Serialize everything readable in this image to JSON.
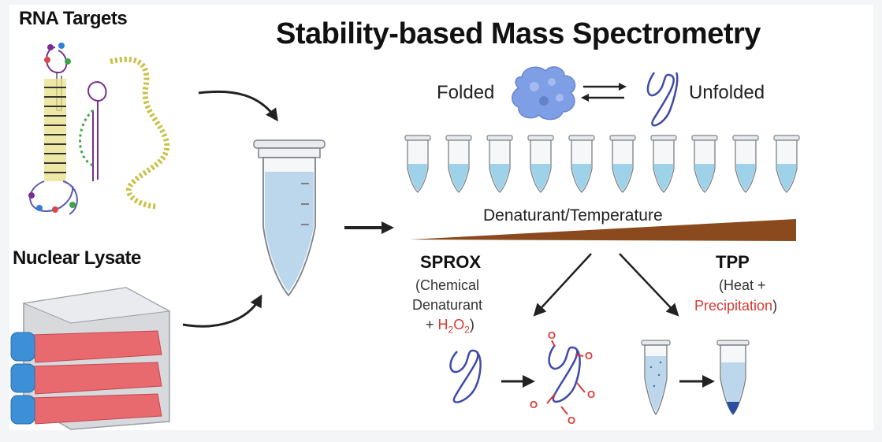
{
  "title": "Stability-based Mass Spectrometry",
  "inputs": {
    "rna_label": "RNA Targets",
    "lysate_label": "Nuclear Lysate"
  },
  "equilibrium": {
    "folded_label": "Folded",
    "unfolded_label": "Unfolded"
  },
  "gradient_label": "Denaturant/Temperature",
  "tube_count": 10,
  "sprox": {
    "title": "SPROX",
    "line1": "(Chemical",
    "line2": "Denaturant",
    "line3_prefix": "+ ",
    "reagent_main": "H",
    "reagent_sub1": "2",
    "reagent_mid": "O",
    "reagent_sub2": "2",
    "line3_suffix": ")",
    "oxidation_mark": "O"
  },
  "tpp": {
    "title": "TPP",
    "line1": "(Heat +",
    "line2_red": "Precipitation",
    "line2_suffix": ")"
  },
  "colors": {
    "protein_blue": "#7e9ee6",
    "strand_navy": "#3f4aa8",
    "liquid_blue": "#9dd2e8",
    "flask_red": "#e86a6f",
    "cap_blue": "#3d8fd6",
    "wedge_brown": "#8a4a1d",
    "accent_red": "#d83a34"
  }
}
